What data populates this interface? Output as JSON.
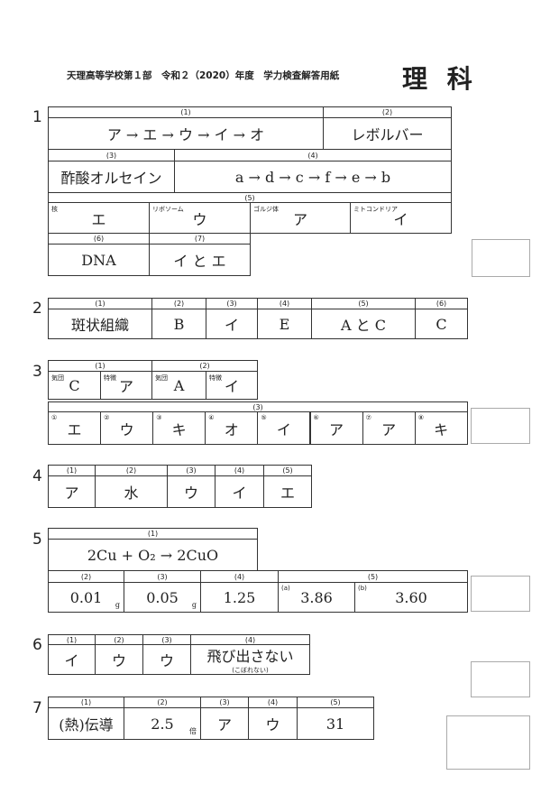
{
  "header": {
    "title": "天理高等学校第１部　令和２（2020）年度　学力検査解答用紙",
    "subject": "理 科"
  },
  "q1": {
    "num": "1",
    "p1": {
      "label": "(1)",
      "answer": "ア → エ → ウ → イ → オ"
    },
    "p2": {
      "label": "(2)",
      "answer": "レボルバー"
    },
    "p3": {
      "label": "(3)",
      "answer": "酢酸オルセイン"
    },
    "p4": {
      "label": "(4)",
      "answer": "a → d → c → f → e → b"
    },
    "p5": {
      "label": "(5)",
      "items": [
        {
          "sub": "核",
          "answer": "エ"
        },
        {
          "sub": "リボソーム",
          "answer": "ウ"
        },
        {
          "sub": "ゴルジ体",
          "answer": "ア"
        },
        {
          "sub": "ミトコンドリア",
          "answer": "イ"
        }
      ]
    },
    "p6": {
      "label": "(6)",
      "answer": "DNA"
    },
    "p7": {
      "label": "(7)",
      "answer": "イ と エ"
    }
  },
  "q2": {
    "num": "2",
    "items": [
      {
        "label": "(1)",
        "answer": "斑状組織"
      },
      {
        "label": "(2)",
        "answer": "B"
      },
      {
        "label": "(3)",
        "answer": "イ"
      },
      {
        "label": "(4)",
        "answer": "E"
      },
      {
        "label": "(5)",
        "answer": "A と C"
      },
      {
        "label": "(6)",
        "answer": "C"
      }
    ]
  },
  "q3": {
    "num": "3",
    "p1": {
      "label": "(1)",
      "items": [
        {
          "sub": "気団",
          "answer": "C"
        },
        {
          "sub": "特徴",
          "answer": "ア"
        }
      ]
    },
    "p2": {
      "label": "(2)",
      "items": [
        {
          "sub": "気団",
          "answer": "A"
        },
        {
          "sub": "特徴",
          "answer": "イ"
        }
      ]
    },
    "p3": {
      "label": "(3)",
      "items": [
        {
          "sub": "①",
          "answer": "エ"
        },
        {
          "sub": "②",
          "answer": "ウ"
        },
        {
          "sub": "③",
          "answer": "キ"
        },
        {
          "sub": "④",
          "answer": "オ"
        },
        {
          "sub": "⑤",
          "answer": "イ"
        },
        {
          "sub": "⑥",
          "answer": "ア"
        },
        {
          "sub": "⑦",
          "answer": "ア"
        },
        {
          "sub": "⑧",
          "answer": "キ"
        }
      ]
    }
  },
  "q4": {
    "num": "4",
    "items": [
      {
        "label": "(1)",
        "answer": "ア"
      },
      {
        "label": "(2)",
        "answer": "水"
      },
      {
        "label": "(3)",
        "answer": "ウ"
      },
      {
        "label": "(4)",
        "answer": "イ"
      },
      {
        "label": "(5)",
        "answer": "エ"
      }
    ]
  },
  "q5": {
    "num": "5",
    "p1": {
      "label": "(1)",
      "answer": "2Cu + O₂ → 2CuO"
    },
    "p2": {
      "label": "(2)",
      "answer": "0.01",
      "unit": "g"
    },
    "p3": {
      "label": "(3)",
      "answer": "0.05",
      "unit": "g"
    },
    "p4": {
      "label": "(4)",
      "answer": "1.25"
    },
    "p5": {
      "label": "(5)",
      "items": [
        {
          "sub": "(a)",
          "answer": "3.86"
        },
        {
          "sub": "(b)",
          "answer": "3.60"
        }
      ]
    }
  },
  "q6": {
    "num": "6",
    "items": [
      {
        "label": "(1)",
        "answer": "イ"
      },
      {
        "label": "(2)",
        "answer": "ウ"
      },
      {
        "label": "(3)",
        "answer": "ウ"
      },
      {
        "label": "(4)",
        "answer": "飛び出さない",
        "note": "(こぼれない)"
      }
    ]
  },
  "q7": {
    "num": "7",
    "items": [
      {
        "label": "(1)",
        "answer": "(熱)伝導"
      },
      {
        "label": "(2)",
        "answer": "2.5",
        "unit": "倍"
      },
      {
        "label": "(3)",
        "answer": "ア"
      },
      {
        "label": "(4)",
        "answer": "ウ"
      },
      {
        "label": "(5)",
        "answer": "31"
      }
    ]
  }
}
